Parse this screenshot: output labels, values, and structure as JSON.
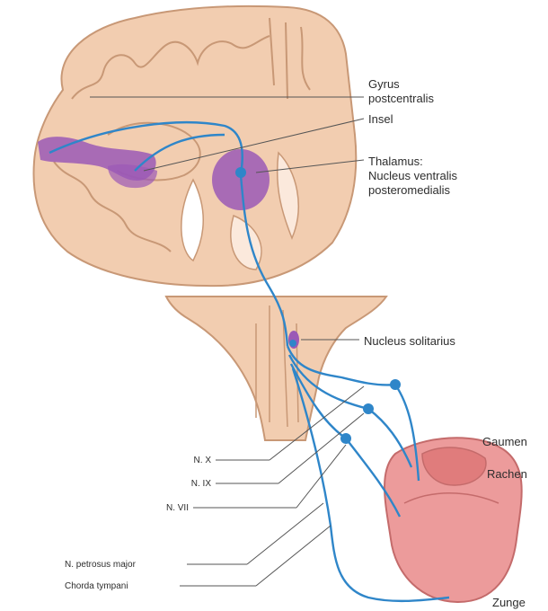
{
  "labels": {
    "gyrus_line1": "Gyrus",
    "gyrus_line2": "postcentralis",
    "insel": "Insel",
    "thalamus_line1": "Thalamus:",
    "thalamus_line2": "Nucleus ventralis",
    "thalamus_line3": "posteromedialis",
    "nucleus_solitarius": "Nucleus solitarius",
    "gaumen": "Gaumen",
    "rachen": "Rachen",
    "zunge": "Zunge",
    "n_x": "N. X",
    "n_ix": "N. IX",
    "n_vii": "N. VII",
    "n_petrosus": "N. petrosus major",
    "chorda": "Chorda tympani"
  },
  "colors": {
    "pathway": "#2f86c9",
    "nucleus": "#9b59b6",
    "brain_tissue": "#f2cdb0",
    "brain_outline": "#c89876",
    "tongue": "#ec9b9b",
    "leader_line": "#555555"
  }
}
